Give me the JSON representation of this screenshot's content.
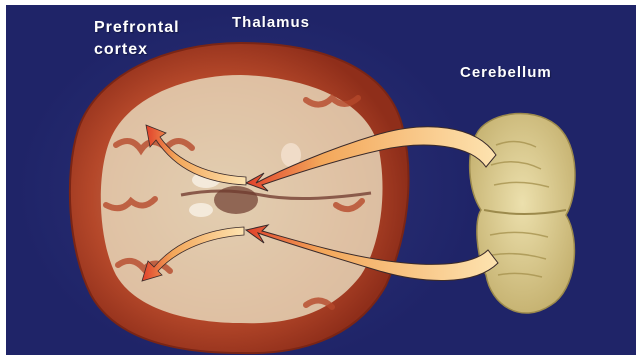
{
  "labels": {
    "prefrontal_line1": "Prefrontal",
    "prefrontal_line2": "cortex",
    "thalamus": "Thalamus",
    "cerebellum": "Cerebellum"
  },
  "colors": {
    "background": "#1f2468",
    "cortex": "#b5482a",
    "white_matter": "#e6d6b8",
    "cerebellum": "#d9c98e",
    "arrow_fill": "#f7c98a",
    "arrow_tip": "#e0402a"
  }
}
